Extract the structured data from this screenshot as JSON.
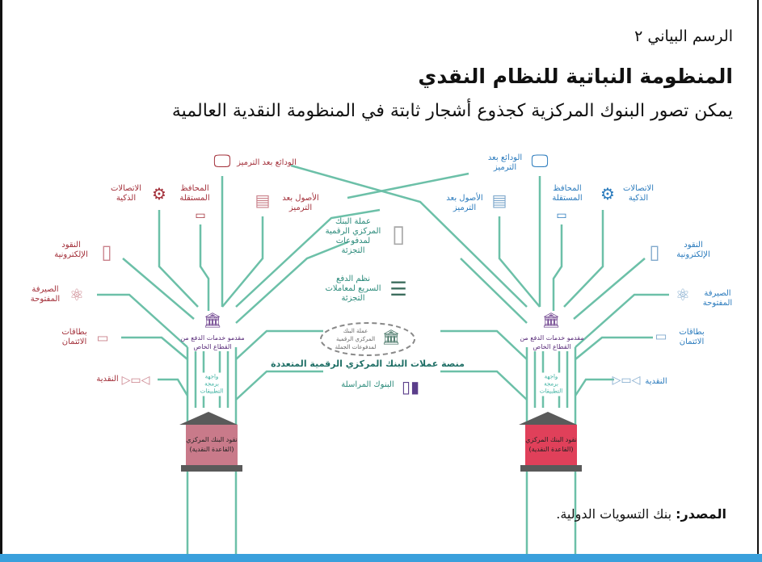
{
  "header": {
    "figure_label": "الرسم البياني ٢",
    "title": "المنظومة النباتية للنظام النقدي",
    "subtitle": "يمكن تصور البنوك المركزية كجذوع أشجار ثابتة في المنظومة النقدية العالمية"
  },
  "colors": {
    "left_tree": "#a3303a",
    "right_tree": "#2b7bbd",
    "branches": "#6cc0a8",
    "hub": "#5a2d7a",
    "base_left": "#c97a8a",
    "base_right": "#e0405a"
  },
  "left_tree": {
    "tokenized_deposits": "الودائع بعد الترميز",
    "self_custody_wallets": "المحافظ المستقلة",
    "smart_contracts": "الاتصالات الذكية",
    "tokenized_assets": "الأصول بعد الترميز",
    "e_money": "النقود الإلكترونية",
    "open_banking": "الصيرفة المفتوحة",
    "credit_cards": "بطاقات الائتمان",
    "cash": "النقدية",
    "psp": "مقدمو خدمات الدفع من القطاع الخاص",
    "api": "واجهة برمجة التطبيقات",
    "base": "نقود البنك المركزي (القاعدة النقدية)"
  },
  "right_tree": {
    "tokenized_deposits": "الودائع بعد الترميز",
    "self_custody_wallets": "المحافظ المستقلة",
    "smart_contracts": "الاتصالات الذكية",
    "tokenized_assets": "الأصول بعد الترميز",
    "e_money": "النقود الإلكترونية",
    "open_banking": "الصيرفة المفتوحة",
    "credit_cards": "بطاقات الائتمان",
    "cash": "النقدية",
    "psp": "مقدمو خدمات الدفع من القطاع الخاص",
    "api": "واجهة برمجة التطبيقات",
    "base": "نقود البنك المركزي (القاعدة النقدية)"
  },
  "center": {
    "retail_cbdc": "عملة البنك المركزي الرقمية لمدفوعات التجزئة",
    "fast_payments": "نظم الدفع السريع لمعاملات التجزئة",
    "wholesale_cbdc": "عملة البنك المركزي الرقمية لمدفوعات الجملة",
    "platform": "منصة عملات البنك المركزي الرقمية المتعددة",
    "correspondent_banks": "البنوك المراسلة"
  },
  "footer": {
    "source_label": "المصدر:",
    "source_text": "بنك التسويات الدولية."
  }
}
